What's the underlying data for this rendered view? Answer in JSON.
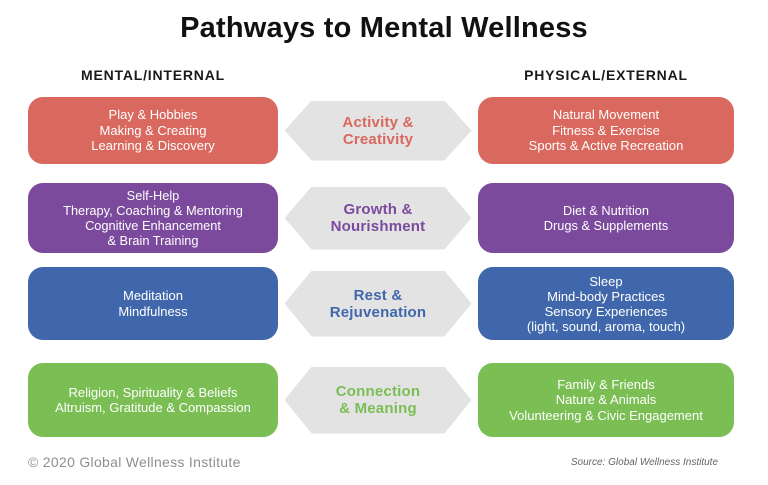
{
  "title": "Pathways to Mental Wellness",
  "columns": {
    "left": "MENTAL/INTERNAL",
    "right": "PHYSICAL/EXTERNAL"
  },
  "rows": [
    {
      "id": "activity-creativity",
      "color": "#d9685e",
      "left_lines": [
        "Play & Hobbies",
        "Making & Creating",
        "Learning & Discovery"
      ],
      "center_lines": [
        "Activity &",
        "Creativity"
      ],
      "right_lines": [
        "Natural Movement",
        "Fitness & Exercise",
        "Sports & Active Recreation"
      ]
    },
    {
      "id": "growth-nourishment",
      "color": "#7b4a9c",
      "left_lines": [
        "Self-Help",
        "Therapy, Coaching & Mentoring",
        "Cognitive Enhancement",
        "& Brain Training"
      ],
      "center_lines": [
        "Growth &",
        "Nourishment"
      ],
      "right_lines": [
        "Diet & Nutrition",
        "Drugs & Supplements"
      ]
    },
    {
      "id": "rest-rejuvenation",
      "color": "#4067ab",
      "left_lines": [
        "Meditation",
        "Mindfulness"
      ],
      "center_lines": [
        "Rest &",
        "Rejuvenation"
      ],
      "right_lines": [
        "Sleep",
        "Mind-body Practices",
        "Sensory Experiences",
        "(light, sound, aroma, touch)"
      ]
    },
    {
      "id": "connection-meaning",
      "color": "#7abe54",
      "left_lines": [
        "Religion, Spirituality & Beliefs",
        "Altruism, Gratitude & Compassion"
      ],
      "center_lines": [
        "Connection",
        "& Meaning"
      ],
      "right_lines": [
        "Family & Friends",
        "Nature & Animals",
        "Volunteering & Civic Engagement"
      ]
    }
  ],
  "colors": {
    "salmon": "#d9685e",
    "purple": "#7b4a9c",
    "blue": "#4067ab",
    "green": "#7abe54",
    "hexagon_gray": "#e3e3e4",
    "title_text": "#111111",
    "box_text": "#ffffff"
  },
  "footer": {
    "copyright": "© 2020 Global Wellness Institute",
    "source": "Source: Global Wellness Institute"
  }
}
